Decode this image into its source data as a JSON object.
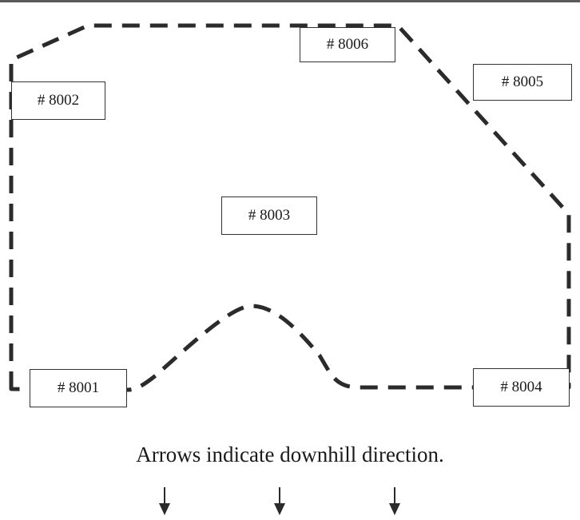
{
  "caption": "Arrows indicate downhill direction.",
  "labels": {
    "l8001": "# 8001",
    "l8002": "# 8002",
    "l8003": "# 8003",
    "l8004": "# 8004",
    "l8005": "# 8005",
    "l8006": "# 8006"
  },
  "arrow_count": 3,
  "colors": {
    "line": "#2b2b2b",
    "box_border": "#333333"
  }
}
